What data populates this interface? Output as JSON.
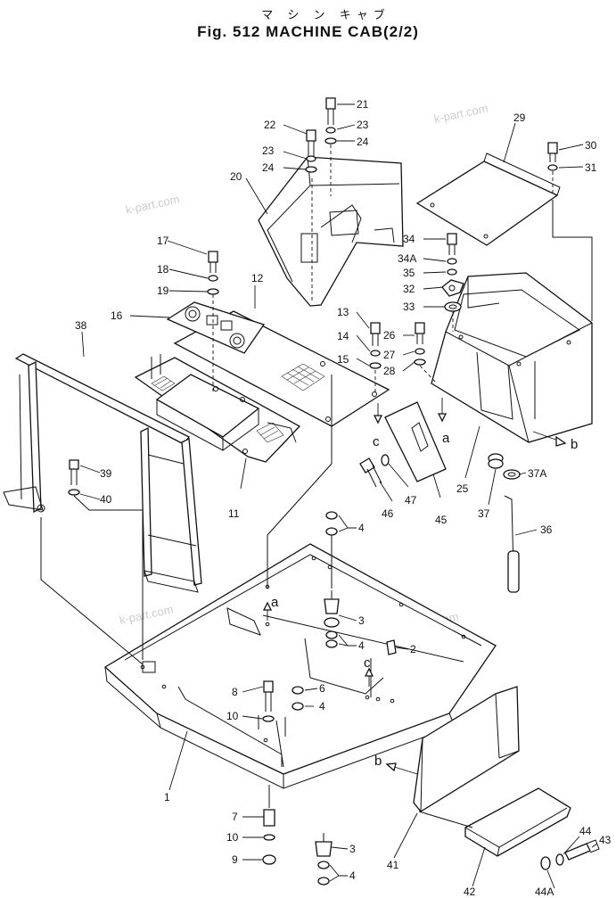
{
  "title": {
    "japanese": "マ シ ン キャブ",
    "english": "Fig. 512 MACHINE CAB(2/2)"
  },
  "watermark": "k-part.com",
  "callouts": [
    "1",
    "2",
    "3",
    "4",
    "6",
    "7",
    "8",
    "9",
    "10",
    "11",
    "12",
    "13",
    "14",
    "15",
    "16",
    "17",
    "18",
    "19",
    "20",
    "21",
    "22",
    "23",
    "24",
    "25",
    "26",
    "27",
    "28",
    "29",
    "30",
    "31",
    "32",
    "33",
    "34",
    "34A",
    "35",
    "36",
    "37",
    "37A",
    "38",
    "39",
    "40",
    "41",
    "42",
    "43",
    "44",
    "44A",
    "45",
    "46",
    "47"
  ],
  "reference_marks": [
    "a",
    "b",
    "c"
  ]
}
